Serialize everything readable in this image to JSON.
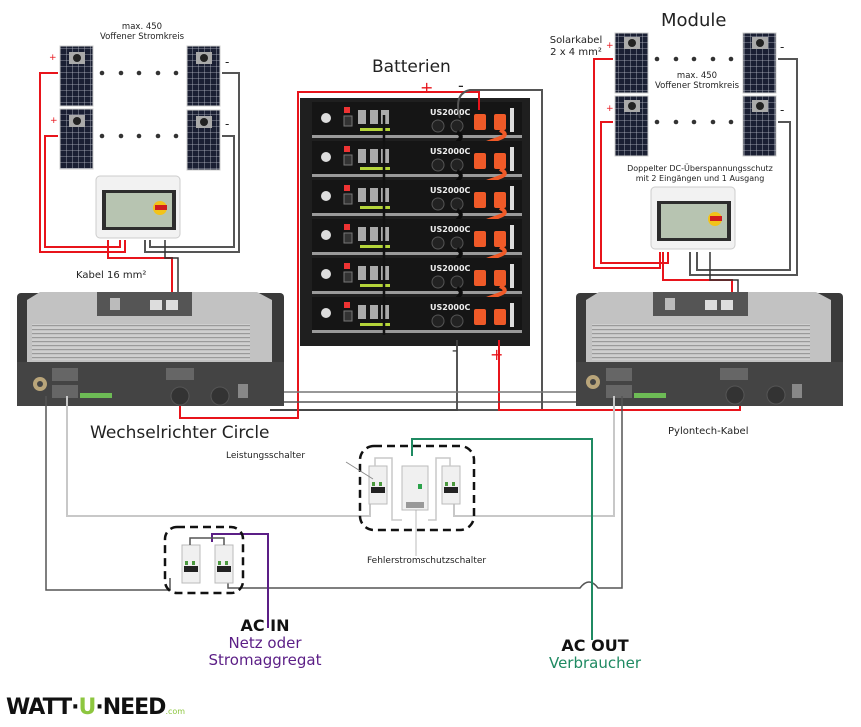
{
  "labels": {
    "left_modules_note_1": "max. 450",
    "left_modules_note_2": "Voffener Stromkreis",
    "right_modules_title": "Module",
    "solar_cable_1": "Solarkabel",
    "solar_cable_2": "2 x 4 mm²",
    "right_modules_note_1": "max. 450",
    "right_modules_note_2": "Voffener Stromkreis",
    "surge_protection_1": "Doppelter DC-Überspannungsschutz",
    "surge_protection_2": "mit 2 Eingängen und 1 Ausgang",
    "batteries_title": "Batterien",
    "battery_model": "US2000C",
    "cable_16": "Kabel 16 mm²",
    "inverter_title": "Wechselrichter Circle",
    "pylontech_cable": "Pylontech-Kabel",
    "circuit_breaker": "Leistungsschalter",
    "rcd": "Fehlerstromschutzschalter",
    "plus": "+",
    "minus": "-"
  },
  "ac_in": {
    "head_left": "AC",
    "head_right": "IN",
    "sub_1": "Netz oder",
    "sub_2": "Stromaggregat"
  },
  "ac_out": {
    "head_left": "AC",
    "head_right": "OUT",
    "sub_1": "Verbraucher"
  },
  "logo": {
    "part1": "WATT·",
    "part2": "U",
    "part3": "·NEED",
    "suffix": ".com"
  },
  "colors": {
    "positive_wire": "#e8141b",
    "negative_wire": "#555555",
    "ac_in_wire": "#5b1e86",
    "ac_out_wire": "#1f8a62",
    "battery_connector": "#f05a28",
    "logo_accent": "#8dc63f"
  },
  "battery_count": 6
}
